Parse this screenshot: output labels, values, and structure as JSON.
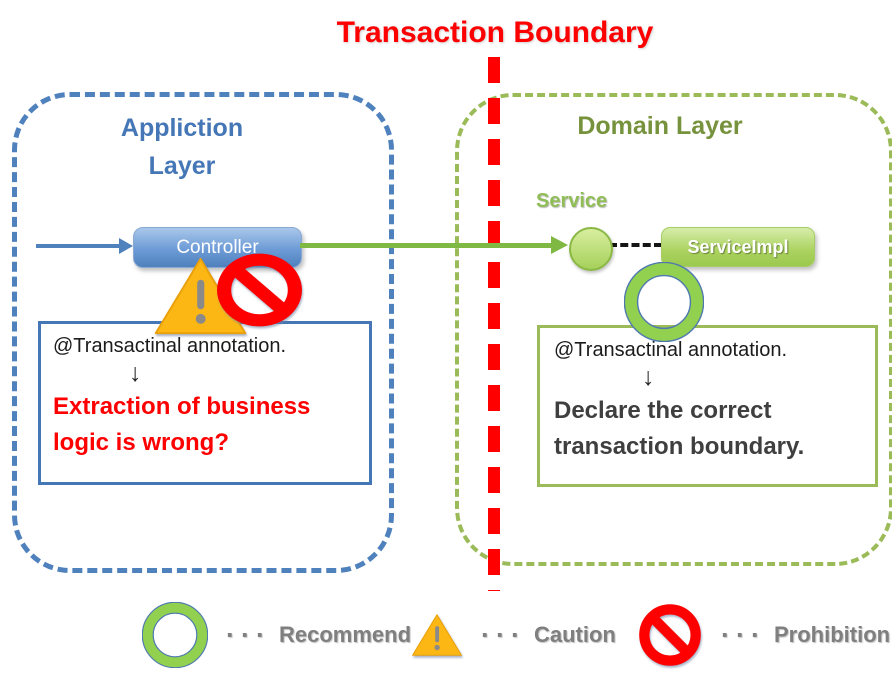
{
  "title": "Transaction Boundary",
  "application_layer": {
    "label_line1": "Appliction",
    "label_line2": "Layer",
    "controller_label": "Controller",
    "note": {
      "annotation": "@Transactinal annotation.",
      "arrow": "↓",
      "message": "Extraction of business logic is wrong?"
    }
  },
  "domain_layer": {
    "label": "Domain Layer",
    "service_label": "Service",
    "service_impl_label": "ServiceImpl",
    "note": {
      "annotation": "@Transactinal annotation.",
      "arrow": "↓",
      "message": "Declare the correct transaction boundary."
    }
  },
  "legend": [
    {
      "icon": "recommend-ring-icon",
      "dots": "···",
      "label": "Recommend"
    },
    {
      "icon": "caution-triangle-icon",
      "dots": "···",
      "label": "Caution"
    },
    {
      "icon": "prohibition-icon",
      "dots": "···",
      "label": "Prohibition"
    }
  ],
  "colors": {
    "title_red": "#FE0000",
    "boundary_red": "#FE0000",
    "application_blue": "#4F81BD",
    "application_text_blue": "#4576B5",
    "domain_border_green": "#9BBB59",
    "domain_text_green": "#76923C",
    "arrow_green": "#7FB842",
    "recommend_green": "#92D050",
    "caution_orange": "#FDB714",
    "warning_text_red": "#FE0000",
    "legend_gray": "#7F7F7F"
  }
}
